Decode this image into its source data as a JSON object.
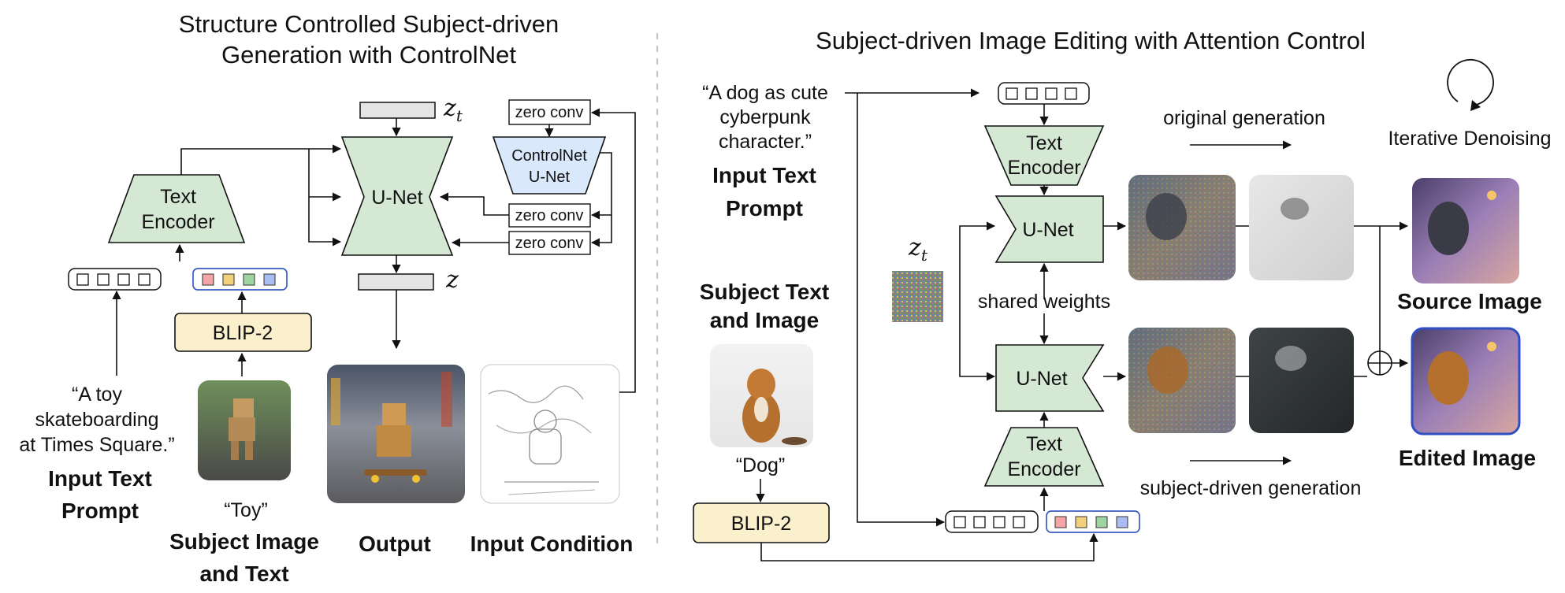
{
  "left": {
    "title_line1": "Structure Controlled Subject-driven",
    "title_line2": "Generation with ControlNet",
    "zt_label": "z",
    "zt_sub": "t",
    "z_label": "z",
    "text_encoder_line1": "Text",
    "text_encoder_line2": "Encoder",
    "unet": "U-Net",
    "blip2": "BLIP-2",
    "zero_conv": "zero conv",
    "controlnet_line1": "ControlNet",
    "controlnet_line2": "U-Net",
    "prompt_line1": "“A toy",
    "prompt_line2": "skateboarding",
    "prompt_line3": "at Times Square.”",
    "input_text_prompt_line1": "Input Text",
    "input_text_prompt_line2": "Prompt",
    "subject_quote": "“Toy”",
    "subject_caption_line1": "Subject Image",
    "subject_caption_line2": "and Text",
    "output_caption": "Output",
    "condition_caption": "Input Condition"
  },
  "right": {
    "title": "Subject-driven Image Editing with Attention Control",
    "prompt_line1": "“A dog as cute",
    "prompt_line2": "cyberpunk",
    "prompt_line3": "character.”",
    "input_text_prompt_line1": "Input Text",
    "input_text_prompt_line2": "Prompt",
    "subject_title_line1": "Subject Text",
    "subject_title_line2": "and Image",
    "subject_quote": "“Dog”",
    "blip2": "BLIP-2",
    "text_encoder_line1": "Text",
    "text_encoder_line2": "Encoder",
    "unet": "U-Net",
    "zt_label": "z",
    "zt_sub": "t",
    "shared_weights": "shared weights",
    "original_generation": "original generation",
    "subject_driven_generation": "subject-driven generation",
    "iterative_denoising": "Iterative Denoising",
    "source_image": "Source Image",
    "edited_image": "Edited Image"
  },
  "colors": {
    "unet_fill": "#d5e8d4",
    "blip_fill": "#fbf0cc",
    "latent_fill": "#e4e4e4",
    "token_outline": "#3a5bc7",
    "token_red": "#f4a6a6",
    "token_yellow": "#f1d27a",
    "token_green": "#9fd39f",
    "token_blue": "#a9bdf2"
  }
}
